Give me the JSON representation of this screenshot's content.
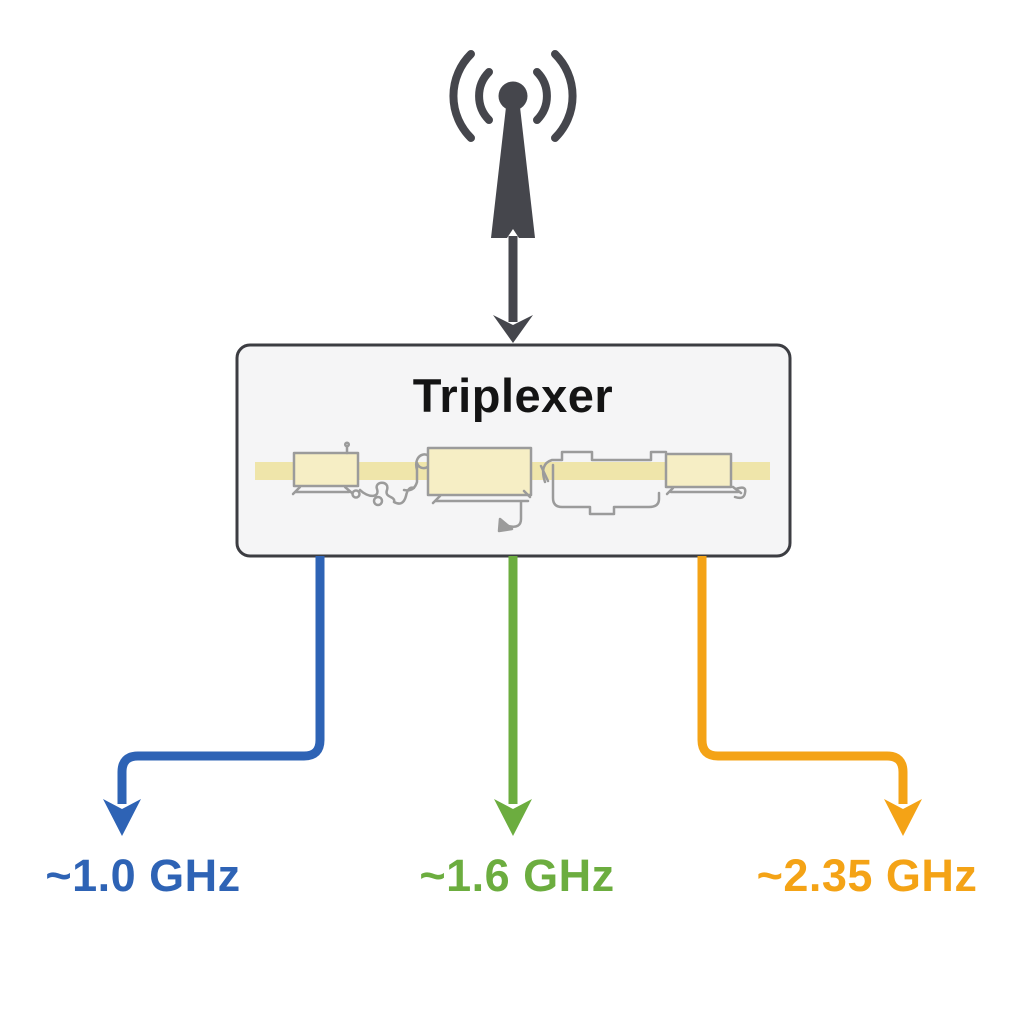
{
  "diagram": {
    "title": "Triplexer",
    "input": {
      "icon": "antenna-icon",
      "color": "#45464c"
    },
    "box": {
      "fill": "#f5f5f6",
      "border_color": "#3c3d42",
      "title_color": "#141414"
    },
    "schematic": {
      "band_color": "#efe5aa",
      "component_fill": "#f6eec5",
      "component_stroke": "#9b9b9b"
    },
    "outputs": [
      {
        "label": "~1.0 GHz",
        "color": "#2e63b5"
      },
      {
        "label": "~1.6 GHz",
        "color": "#6cad3f"
      },
      {
        "label": "~2.35 GHz",
        "color": "#f4a316"
      }
    ]
  }
}
